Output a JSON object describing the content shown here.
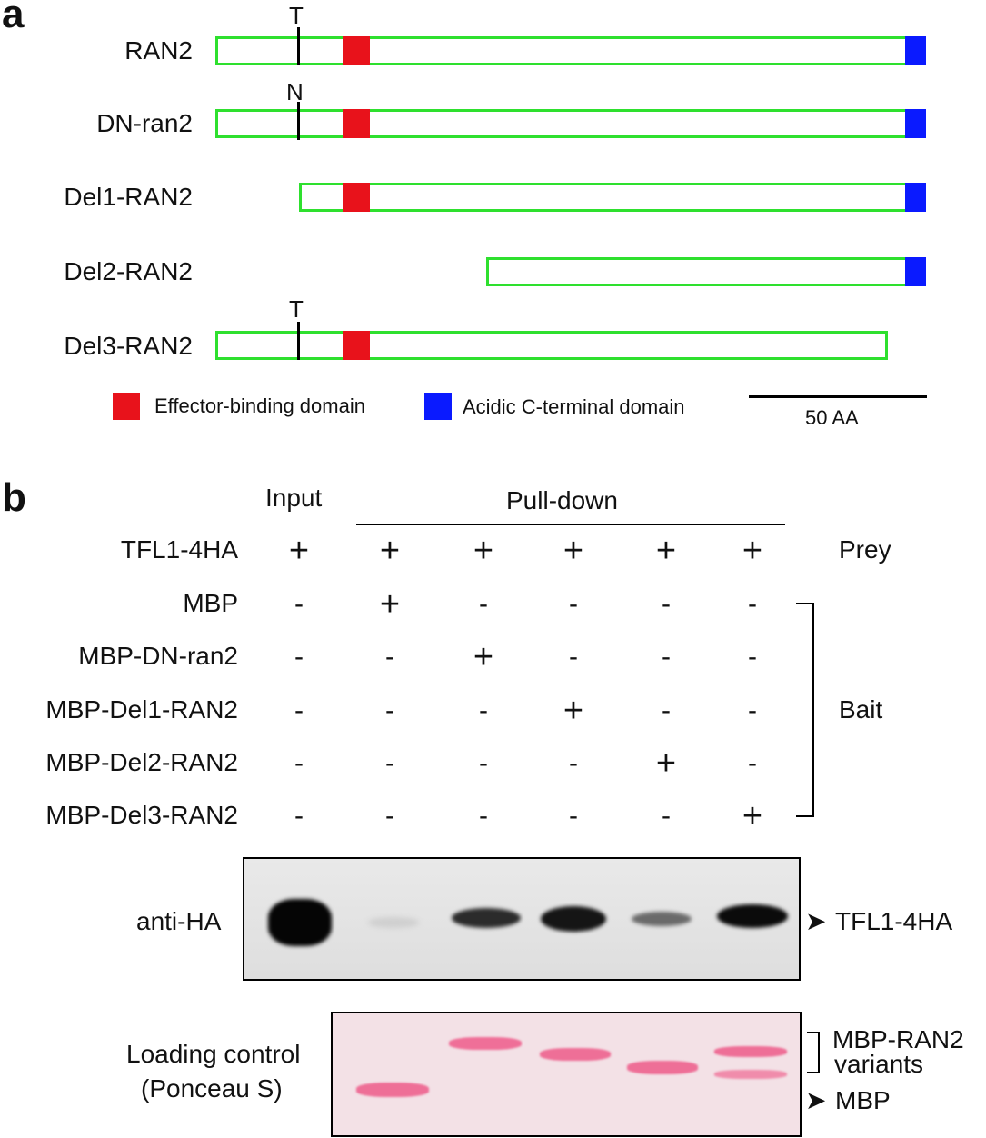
{
  "panel_a": {
    "letter": "a",
    "constructs": [
      {
        "label": "RAN2",
        "mutation": "T"
      },
      {
        "label": "DN-ran2",
        "mutation": "N"
      },
      {
        "label": "Del1-RAN2",
        "mutation": ""
      },
      {
        "label": "Del2-RAN2",
        "mutation": ""
      },
      {
        "label": "Del3-RAN2",
        "mutation": "T"
      }
    ],
    "legend": {
      "effector": "Effector-binding domain",
      "acidic": "Acidic C-terminal domain",
      "scale": "50 AA"
    },
    "colors": {
      "construct_outline": "#2ee02e",
      "effector": "#e8121b",
      "acidic": "#0a1aff"
    }
  },
  "panel_b": {
    "letter": "b",
    "input_label": "Input",
    "pulldown_label": "Pull-down",
    "prey_label": "Prey",
    "bait_label": "Bait",
    "rows": [
      {
        "label": "TFL1-4HA",
        "signs": [
          "+",
          "+",
          "+",
          "+",
          "+",
          "+"
        ]
      },
      {
        "label": "MBP",
        "signs": [
          "-",
          "+",
          "-",
          "-",
          "-",
          "-"
        ]
      },
      {
        "label": "MBP-DN-ran2",
        "signs": [
          "-",
          "-",
          "+",
          "-",
          "-",
          "-"
        ]
      },
      {
        "label": "MBP-Del1-RAN2",
        "signs": [
          "-",
          "-",
          "-",
          "+",
          "-",
          "-"
        ]
      },
      {
        "label": "MBP-Del2-RAN2",
        "signs": [
          "-",
          "-",
          "-",
          "-",
          "+",
          "-"
        ]
      },
      {
        "label": "MBP-Del3-RAN2",
        "signs": [
          "-",
          "-",
          "-",
          "-",
          "-",
          "+"
        ]
      }
    ],
    "blot_antiha_label": "anti-HA",
    "blot_antiha_band": "TFL1-4HA",
    "loading_label_line1": "Loading control",
    "loading_label_line2": "(Ponceau S)",
    "mbp_ran2_line1": "MBP-RAN2",
    "mbp_ran2_line2": "variants",
    "mbp_band": "MBP"
  }
}
